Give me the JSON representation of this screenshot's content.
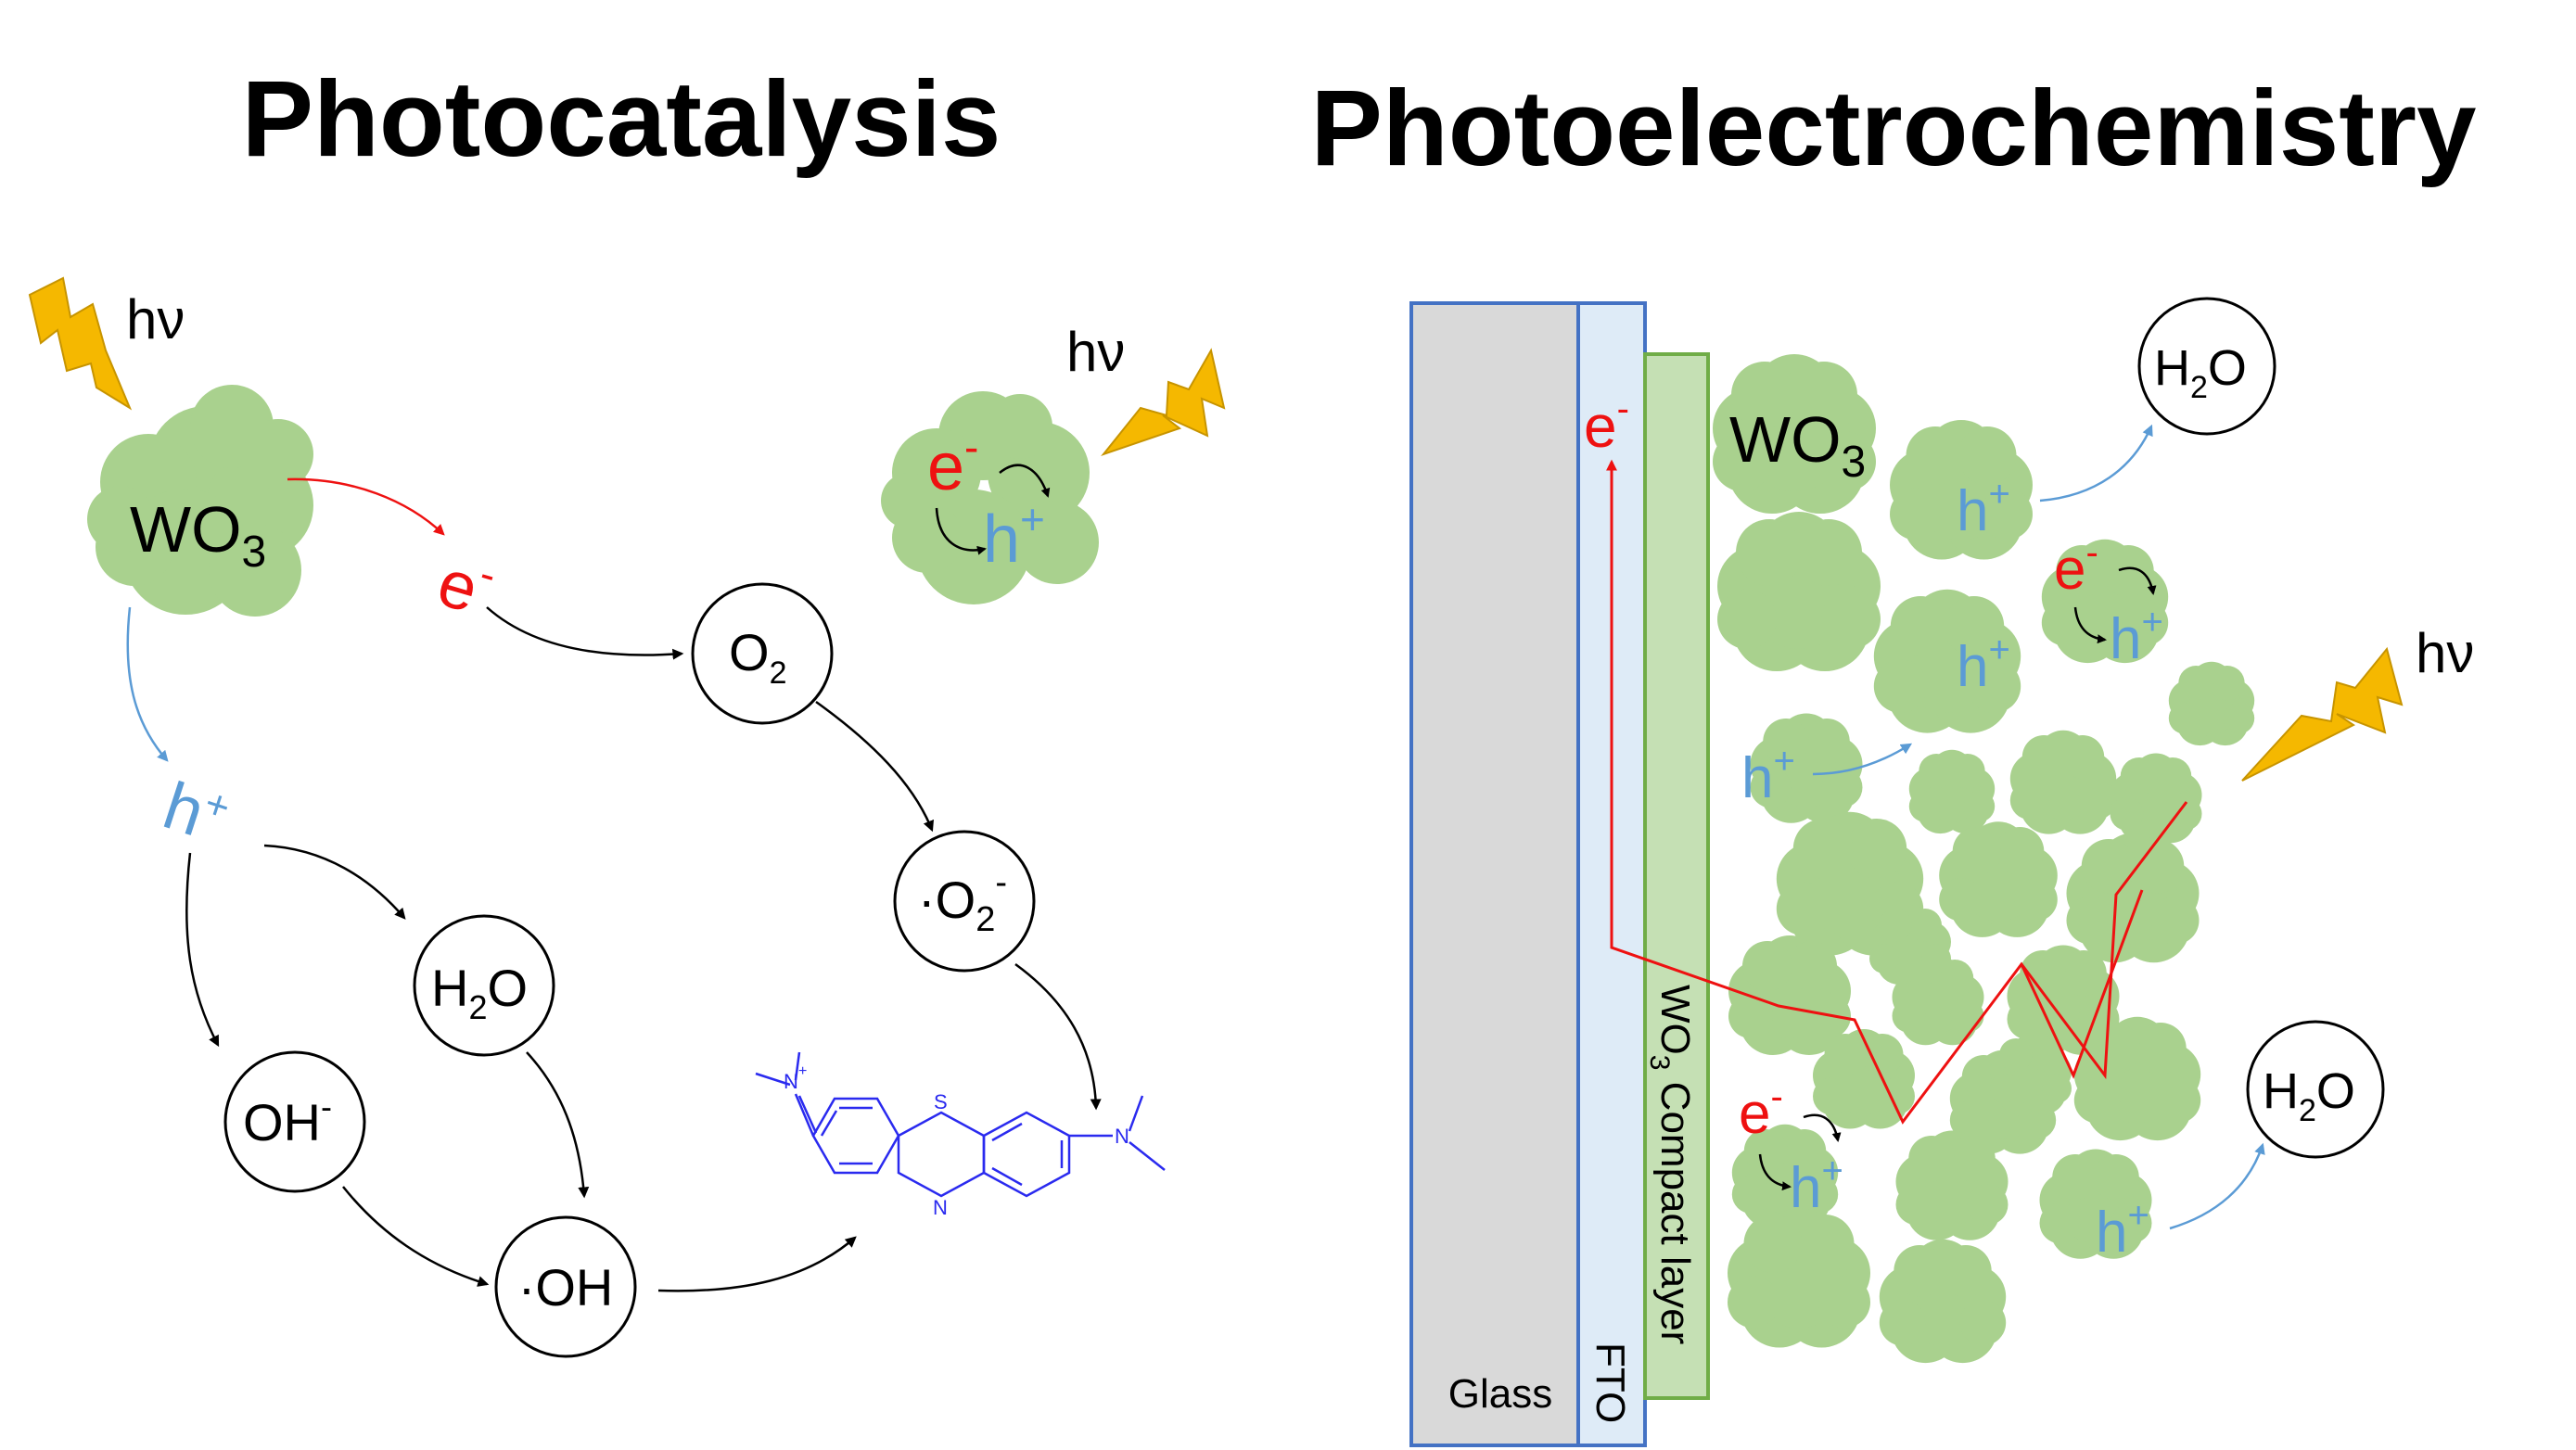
{
  "titles": {
    "left": "Photocatalysis",
    "right": "Photoelectrochemistry"
  },
  "light": "hν",
  "catalyst": {
    "base": "WO",
    "sub": "3"
  },
  "carriers": {
    "electron": {
      "base": "e",
      "sup": "-"
    },
    "hole": {
      "base": "h",
      "sup": "+"
    }
  },
  "species": {
    "o2": {
      "base": "O",
      "sub": "2"
    },
    "superoxide": {
      "pre": "·O",
      "sub": "2",
      "sup": "-"
    },
    "water": {
      "base": "H",
      "sub": "2",
      "tail": "O"
    },
    "hydroxide": {
      "base": "OH",
      "sup": "-"
    },
    "hydroxyl_radical": "·OH"
  },
  "dye_atoms": {
    "n_plus": "N",
    "plus": "+",
    "s": "S",
    "n_ring": "N",
    "n_right": "N"
  },
  "electrode_layers": {
    "glass": "Glass",
    "fto": "FTO",
    "compact_base": "WO",
    "compact_sub": "3",
    "compact_tail": " Compact layer"
  },
  "colors": {
    "bolt": "#f5b800",
    "particle": "#a9d18e",
    "electron": "#ee1111",
    "hole": "#5b9bd5",
    "dye": "#2a2aef",
    "glass": "#d9d9d9",
    "fto_fill": "#deebf7",
    "fto_stroke": "#4472c4",
    "compact_fill": "#c5e0b4",
    "compact_stroke": "#70ad47"
  }
}
